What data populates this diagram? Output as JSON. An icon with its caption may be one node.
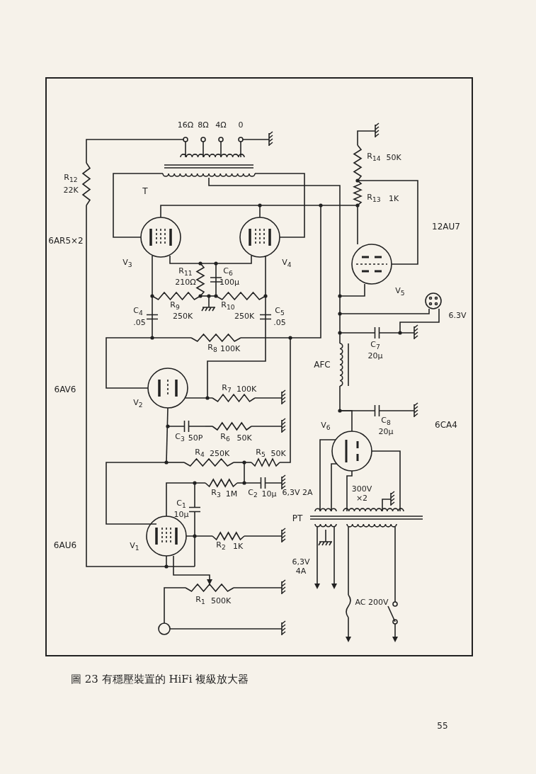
{
  "diagram": {
    "caption": "圖 23 有穩壓裝置的 HiFi 複級放大器",
    "labels": [
      "16Ω",
      "8Ω",
      "4Ω",
      "0",
      "T",
      "R$_{12}$",
      "22K",
      "6AR5×2",
      "R$_{14}$",
      "50K",
      "R$_{13}$",
      "1K",
      "12AU7",
      "V$_{3}$",
      "V$_{4}$",
      "250K",
      "R$_{9}$",
      "R$_{11}$",
      "210Ω",
      "C$_{6}$",
      "100μ",
      "250K",
      "R$_{10}$",
      "V$_{5}$",
      "6.3V",
      "C$_{4}$",
      ".05",
      "R$_{8}$",
      "100K",
      "C$_{5}$",
      ".05",
      "6AV6",
      "C$_{7}$",
      "20μ",
      "AFC",
      "V$_{2}$",
      "R$_{7}$",
      "100K",
      "C$_{3}$",
      "50P",
      "R$_{6}$",
      "50K",
      "C$_{8}$",
      "20μ",
      "V$_{6}$",
      "6CA4",
      "R$_{4}$",
      "250K",
      "R$_{5}$",
      "50K",
      "6,3V 2A",
      "300V ×2",
      "6AU6",
      "C$_{1}$",
      "10μ",
      "R$_{3}$",
      "1M",
      "C$_{2}$",
      "10μ",
      "V$_{1}$",
      "R$_{2}$",
      "1K",
      "PT",
      "R$_{1}$",
      "500K",
      "6,3V 4A",
      "AC 200V",
      "55"
    ]
  }
}
